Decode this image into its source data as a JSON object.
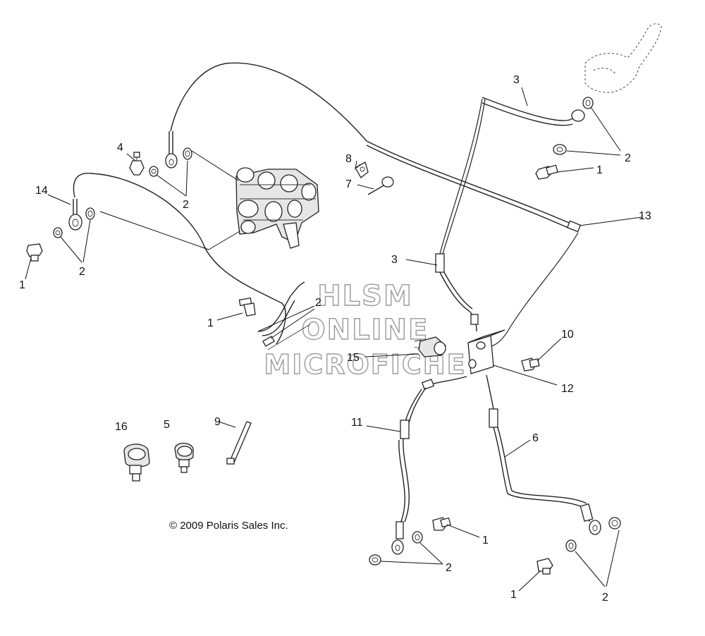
{
  "callouts": {
    "c1a": "1",
    "c1b": "1",
    "c1c": "1",
    "c1d": "1",
    "c1e": "1",
    "c2a": "2",
    "c2b": "2",
    "c2c": "2",
    "c2d": "2",
    "c2e": "2",
    "c2f": "2",
    "c3a": "3",
    "c3b": "3",
    "c4": "4",
    "c5": "5",
    "c6": "6",
    "c7": "7",
    "c8": "8",
    "c9": "9",
    "c10": "10",
    "c11": "11",
    "c12": "12",
    "c13": "13",
    "c14": "14",
    "c15": "15",
    "c16": "16"
  },
  "copyright": "© 2009 Polaris Sales Inc.",
  "watermark": {
    "line1": "HLSM",
    "line2": "ONLINE",
    "line3": "MICROFICHE"
  }
}
